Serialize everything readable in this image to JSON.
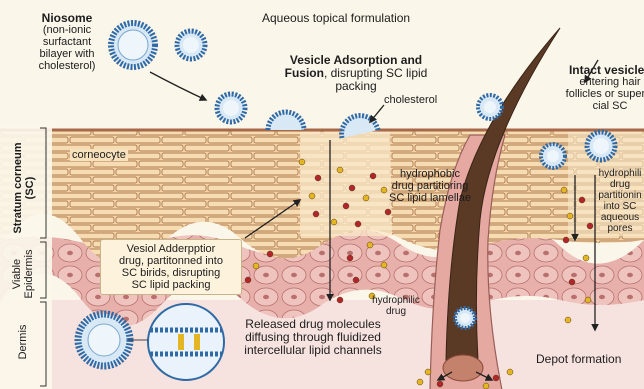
{
  "top_label": "Aqueous topical formulation",
  "niosome": {
    "title": "Niosome",
    "desc_lines": [
      "(non-ionic",
      "surfactant",
      "bilayer with",
      "cholesterol)"
    ]
  },
  "adsorption": {
    "title_lines": [
      "Vesicle Adsorption and",
      "Fusion"
    ],
    "title_tail": ", disrupting SC lipid",
    "tail_line2": "packing"
  },
  "cholesterol": "cholesterol",
  "intact": {
    "title": "Intact vesicles",
    "desc_lines": [
      "entering hair",
      "follicles or  superfi-",
      "cial SC"
    ]
  },
  "corneocyte": "corneocyte",
  "hydrophobic_lines": [
    "hydrophobic",
    "drug partitioring",
    "SC lipid lamellae"
  ],
  "hydrophilic_right_lines": [
    "hydrophili",
    "drug",
    "partitionin",
    "into SC",
    "aqueous",
    "pores"
  ],
  "callout_lines": [
    "Vesiol Adderpptior",
    "drug, partitonned into",
    "SC birids, disrupting",
    "SC lipid packing"
  ],
  "hydrophilic_mid_lines": [
    "hydrophilic",
    "drug"
  ],
  "released_lines": [
    "Released drug molecules",
    "diffusing through fluidized",
    "intercellular lipid channels"
  ],
  "depot": "Depot formation",
  "layers": {
    "sc": "Stratum corneum",
    "sc_abbr": "(SC)",
    "viable_1": "Viable",
    "viable_2": "Epidermis",
    "dermis": "Dermis"
  },
  "colors": {
    "background": "#fbf6ea",
    "brick": "#f3d3a6",
    "brick_border": "#b07b52",
    "epidermis": "#e8b1ad",
    "dermis": "#f6e3df",
    "vesicle_blue": "#2f6aa6",
    "vesicle_inner": "#d8e8f5",
    "drug_red": "#b0262c",
    "drug_yellow": "#e5b623",
    "hair": "#5b3a25"
  }
}
